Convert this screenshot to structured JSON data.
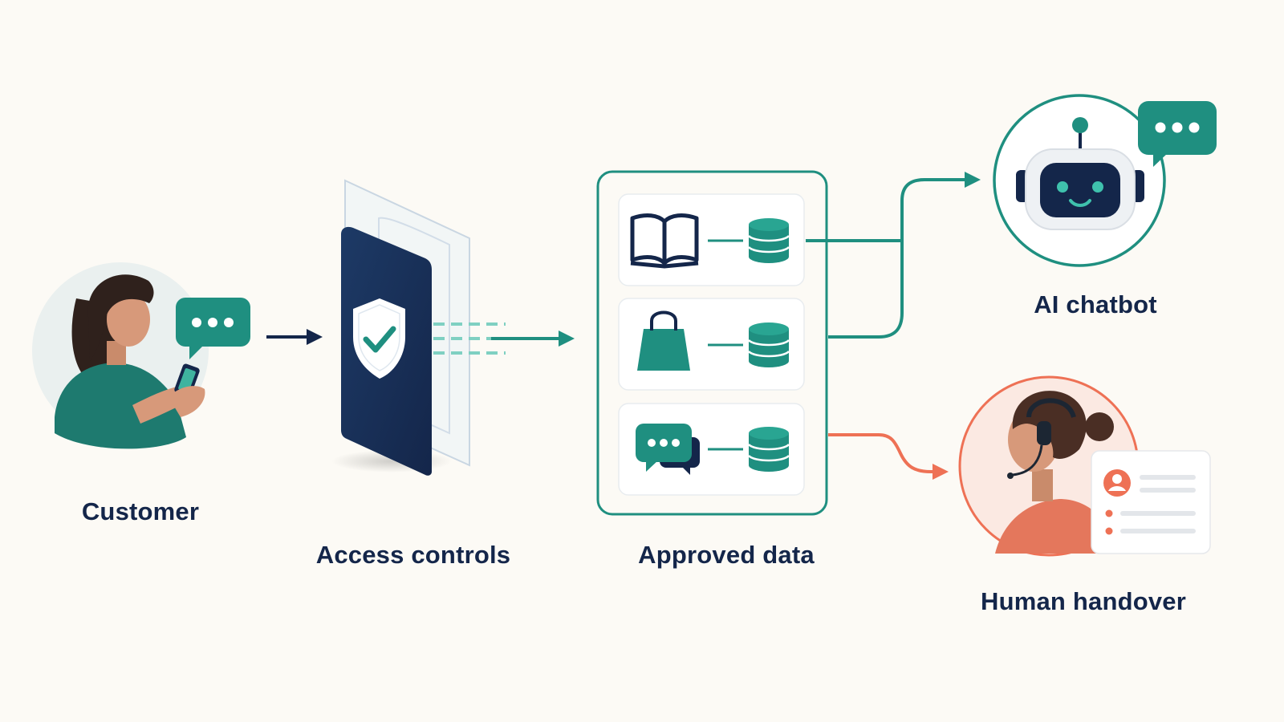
{
  "nodes": {
    "customer": {
      "label": "Customer"
    },
    "access_controls": {
      "label": "Access controls"
    },
    "approved_data": {
      "label": "Approved data",
      "sources": [
        "book-icon",
        "shopping-bag-icon",
        "chat-icon"
      ]
    },
    "ai_chatbot": {
      "label": "AI chatbot"
    },
    "human_handover": {
      "label": "Human handover"
    }
  },
  "colors": {
    "navy": "#14264a",
    "teal": "#1f8f80",
    "coral": "#ee7155",
    "background": "#fcfaf5"
  }
}
